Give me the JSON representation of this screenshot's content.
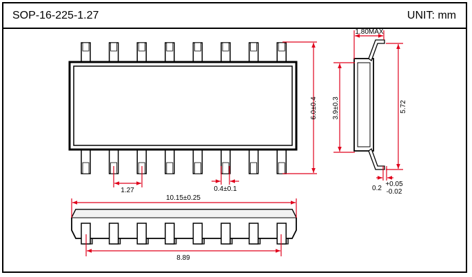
{
  "header": {
    "title": "SOP-16-225-1.27",
    "unit": "UNIT: mm"
  },
  "dimensions": {
    "pitch": "1.27",
    "lead_width": "0.4±0.1",
    "total_height": "6.0±0.4",
    "body_width": "3.9±0.3",
    "side_height": "5.72",
    "max_thickness": "1.80MAX",
    "lead_thickness": "0.2",
    "lead_thickness_tol_plus": "+0.05",
    "lead_thickness_tol_minus": "-0.02",
    "body_length": "10.15±0.25",
    "pin_span": "8.89"
  },
  "colors": {
    "outline": "#000000",
    "dimension": "#e0001b",
    "shadow": "#b4b4b4"
  }
}
